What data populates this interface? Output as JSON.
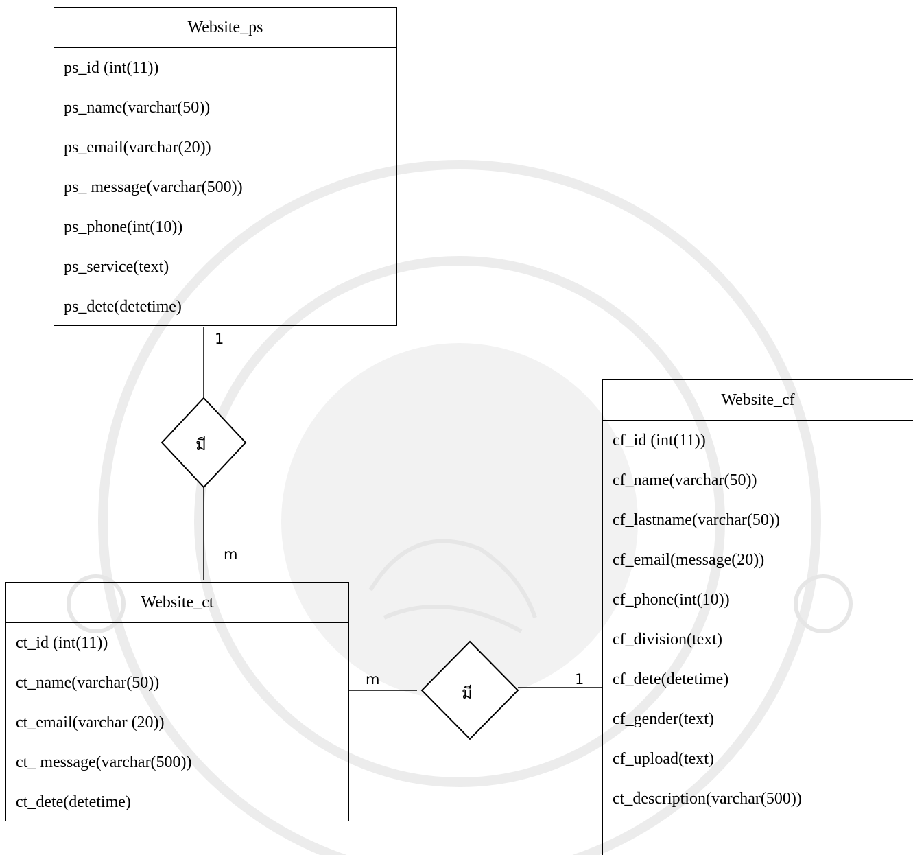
{
  "entities": {
    "ps": {
      "title": "Website_ps",
      "attributes": [
        "ps_id (int(11))",
        "ps_name(varchar(50))",
        "ps_email(varchar(20))",
        "ps_ message(varchar(500))",
        "ps_phone(int(10))",
        "ps_service(text)",
        "ps_dete(detetime)"
      ]
    },
    "ct": {
      "title": "Website_ct",
      "attributes": [
        "ct_id (int(11))",
        "ct_name(varchar(50))",
        "ct_email(varchar (20))",
        "ct_ message(varchar(500))",
        "ct_dete(detetime)"
      ]
    },
    "cf": {
      "title": "Website_cf",
      "attributes": [
        "cf_id (int(11))",
        "cf_name(varchar(50))",
        "cf_lastname(varchar(50))",
        "cf_email(message(20))",
        "cf_phone(int(10))",
        "cf_division(text)",
        "cf_dete(detetime)",
        "cf_gender(text)",
        "cf_upload(text)",
        "ct_description(varchar(500))"
      ]
    }
  },
  "relationships": {
    "ps_ct": {
      "label": "มี",
      "card_top": "1",
      "card_bottom": "m"
    },
    "ct_cf": {
      "label": "มี",
      "card_left": "m",
      "card_right": "1"
    }
  }
}
